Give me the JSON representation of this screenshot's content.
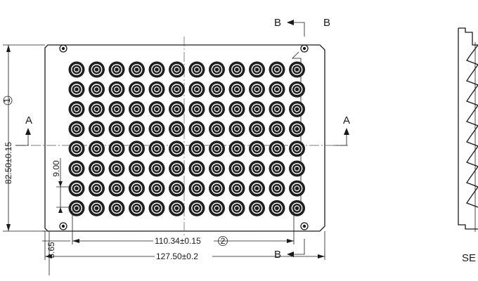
{
  "plate": {
    "rows": 8,
    "columns": 12,
    "well_fill": "#1f1f1f",
    "line_color": "#1a1a1a"
  },
  "dimensions": {
    "height": "82.50±0.15",
    "height_datum": "1",
    "well_pitch": "9.00",
    "well_span": "110.34±0.15",
    "well_span_datum": "2",
    "overall_length": "127.50±0.2",
    "offset": "3.65"
  },
  "section_markers": {
    "a_left": "A",
    "a_right": "A",
    "b_top_arrow": "B",
    "b_top_label": "B",
    "b_bottom": "B"
  },
  "section_view": {
    "label": "SE"
  }
}
